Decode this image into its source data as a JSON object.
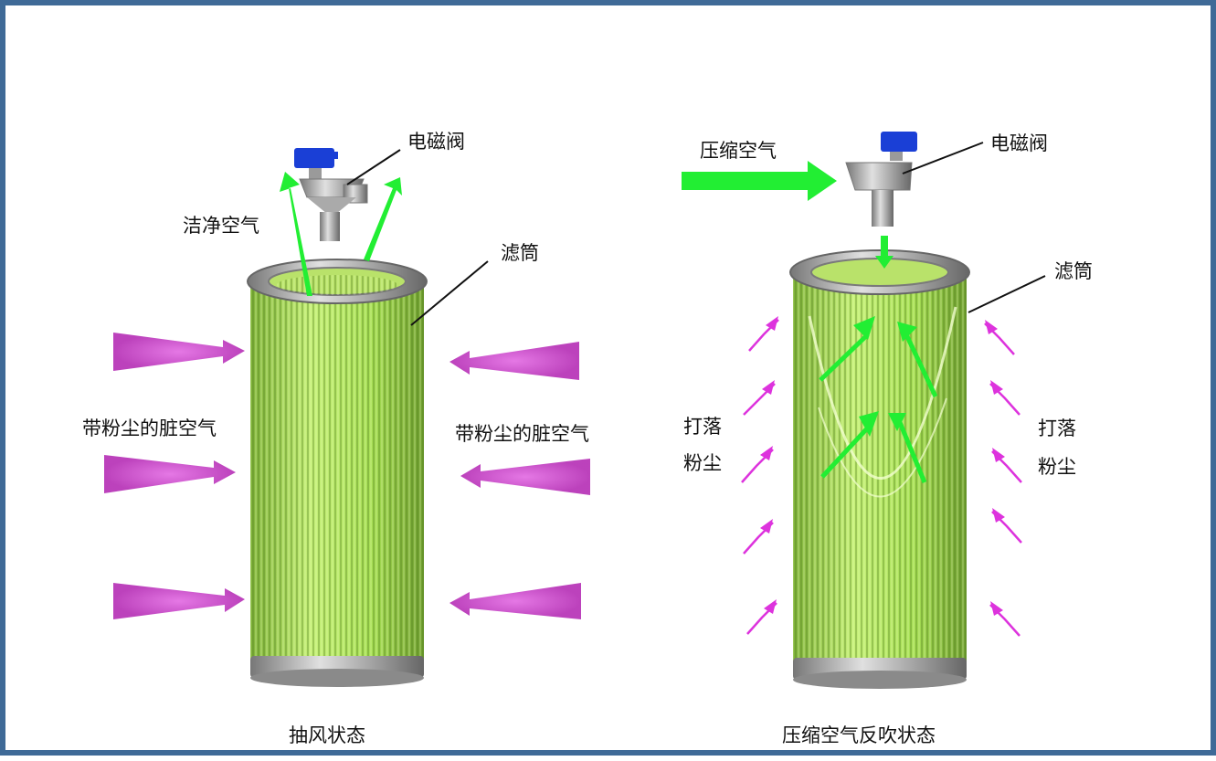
{
  "left_panel": {
    "valve_label": "电磁阀",
    "clean_air_label": "洁净空气",
    "filter_label": "滤筒",
    "dirty_air_left_label": "带粉尘的脏空气",
    "dirty_air_right_label": "带粉尘的脏空气",
    "caption": "抽风状态"
  },
  "right_panel": {
    "compressed_air_label": "压缩空气",
    "valve_label": "电磁阀",
    "filter_label": "滤筒",
    "dust_left_line1": "打落",
    "dust_left_line2": "粉尘",
    "dust_right_line1": "打落",
    "dust_right_line2": "粉尘",
    "caption": "压缩空气反吹状态"
  },
  "colors": {
    "frame": "#3f6a97",
    "filter_green": "#9ed84a",
    "arrow_green": "#22ee33",
    "dust_magenta": "#cc33cc",
    "valve_handle": "#1a3fd6",
    "metal_gray": "#a8a8a8"
  }
}
